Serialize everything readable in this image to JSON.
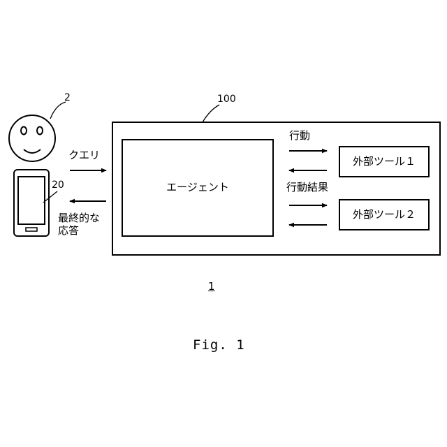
{
  "labels": {
    "user_ref": "2",
    "phone_ref": "20",
    "system_ref": "100",
    "agent": "エージェント",
    "tool1": "外部ツール１",
    "tool2": "外部ツール２",
    "query": "クエリ",
    "final_line1": "最終的な",
    "final_line2": "応答",
    "action": "行動",
    "action_result": "行動結果",
    "system_num": "1",
    "figure_caption": "Fig. 1"
  }
}
